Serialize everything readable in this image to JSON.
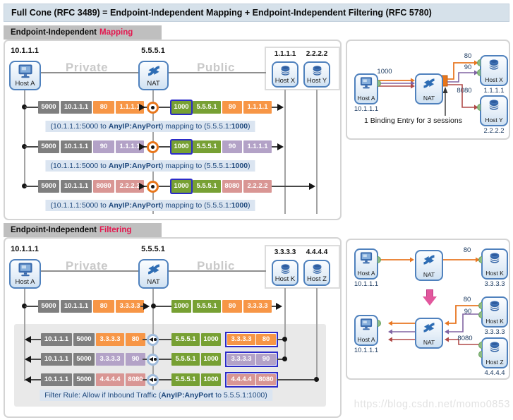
{
  "title": "Full Cone (RFC 3489) = Endpoint-Independent Mapping + Endpoint-Independent Filtering (RFC 5780)",
  "watermark": "https://blog.csdn.net/momo0853",
  "colors": {
    "accent_red": "#E3174E",
    "box_gray": "#7F7F7F",
    "box_orange": "#F79646",
    "box_green": "#77A033",
    "box_purple": "#B3A2C7",
    "box_pink": "#D99694",
    "binding_border_blue": "#2B2BC8",
    "caption_text": "#1F497D",
    "caption_bg": "#DBE5F1",
    "node_border_blue": "#4F81BD",
    "line_orange": "#E87722",
    "line_purple": "#8064A2",
    "line_red": "#B04A48",
    "pink_arrow": "#E2579D",
    "nat_circle_orange": "#E8761B",
    "filter_circle_blue": "#9FBBDC"
  },
  "mapping": {
    "header_prefix": "Endpoint-Independent",
    "header_accent": "Mapping",
    "host_a_ip": "10.1.1.1",
    "host_a_label": "Host A",
    "nat_ip": "5.5.5.1",
    "nat_label": "NAT",
    "private_zone": "Private",
    "public_zone": "Public",
    "host_x_ip": "1.1.1.1",
    "host_x_label": "Host X",
    "host_y_ip": "2.2.2.2",
    "host_y_label": "Host Y",
    "rows": [
      {
        "left": [
          "5000",
          "10.1.1.1",
          "80",
          "1.1.1.1"
        ],
        "right": [
          "1000",
          "5.5.5.1",
          "80",
          "1.1.1.1"
        ]
      },
      {
        "left": [
          "5000",
          "10.1.1.1",
          "90",
          "1.1.1.1"
        ],
        "right": [
          "1000",
          "5.5.5.1",
          "90",
          "1.1.1.1"
        ]
      },
      {
        "left": [
          "5000",
          "10.1.1.1",
          "8080",
          "2.2.2.2"
        ],
        "right": [
          "1000",
          "5.5.5.1",
          "8080",
          "2.2.2.2"
        ]
      }
    ],
    "caption": {
      "a": "(10.1.1.1:5000 to ",
      "b": "AnyIP:AnyPort",
      "c": ") mapping to (5.5.5.1:",
      "d": "1000",
      "e": ")"
    },
    "side": {
      "host_a_label": "Host A",
      "host_a_ip": "10.1.1.1",
      "nat_label": "NAT",
      "binding_port": "1000",
      "port_80": "80",
      "port_90": "90",
      "port_8080": "8080",
      "host_x_label": "Host X",
      "host_x_ip": "1.1.1.1",
      "host_y_label": "Host Y",
      "host_y_ip": "2.2.2.2",
      "note": "1 Binding Entry for 3 sessions"
    }
  },
  "filtering": {
    "header_prefix": "Endpoint-Independent",
    "header_accent": "Filtering",
    "host_a_ip": "10.1.1.1",
    "host_a_label": "Host A",
    "nat_ip": "5.5.5.1",
    "nat_label": "NAT",
    "private_zone": "Private",
    "public_zone": "Public",
    "host_k_ip": "3.3.3.3",
    "host_k_label": "Host K",
    "host_z_ip": "4.4.4.4",
    "host_z_label": "Host Z",
    "out_row": {
      "left": [
        "5000",
        "10.1.1.1",
        "80",
        "3.3.3.3"
      ],
      "right": [
        "1000",
        "5.5.5.1",
        "80",
        "3.3.3.3"
      ]
    },
    "in_rows": [
      {
        "left": [
          "10.1.1.1",
          "5000",
          "3.3.3.3",
          "80"
        ],
        "nat": [
          "5.5.5.1",
          "1000"
        ],
        "src": [
          "3.3.3.3",
          "80"
        ]
      },
      {
        "left": [
          "10.1.1.1",
          "5000",
          "3.3.3.3",
          "90"
        ],
        "nat": [
          "5.5.5.1",
          "1000"
        ],
        "src": [
          "3.3.3.3",
          "90"
        ]
      },
      {
        "left": [
          "10.1.1.1",
          "5000",
          "4.4.4.4",
          "8080"
        ],
        "nat": [
          "5.5.5.1",
          "1000"
        ],
        "src": [
          "4.4.4.4",
          "8080"
        ]
      }
    ],
    "filter_rule": {
      "a": "Filter Rule: Allow if Inbound Traffic (",
      "b": "AnyIP:AnyPort",
      "c": " to 5.5.5.1:1000)"
    },
    "side": {
      "top": {
        "host_a_label": "Host A",
        "host_a_ip": "10.1.1.1",
        "nat_label": "NAT",
        "port": "80",
        "host_k_label": "Host K",
        "host_k_ip": "3.3.3.3"
      },
      "bottom": {
        "host_a_label": "Host A",
        "host_a_ip": "10.1.1.1",
        "nat_label": "NAT",
        "port_80": "80",
        "port_90": "90",
        "port_8080": "8080",
        "host_k_label": "Host K",
        "host_k_ip": "3.3.3.3",
        "host_z_label": "Host Z",
        "host_z_ip": "4.4.4.4"
      }
    }
  }
}
